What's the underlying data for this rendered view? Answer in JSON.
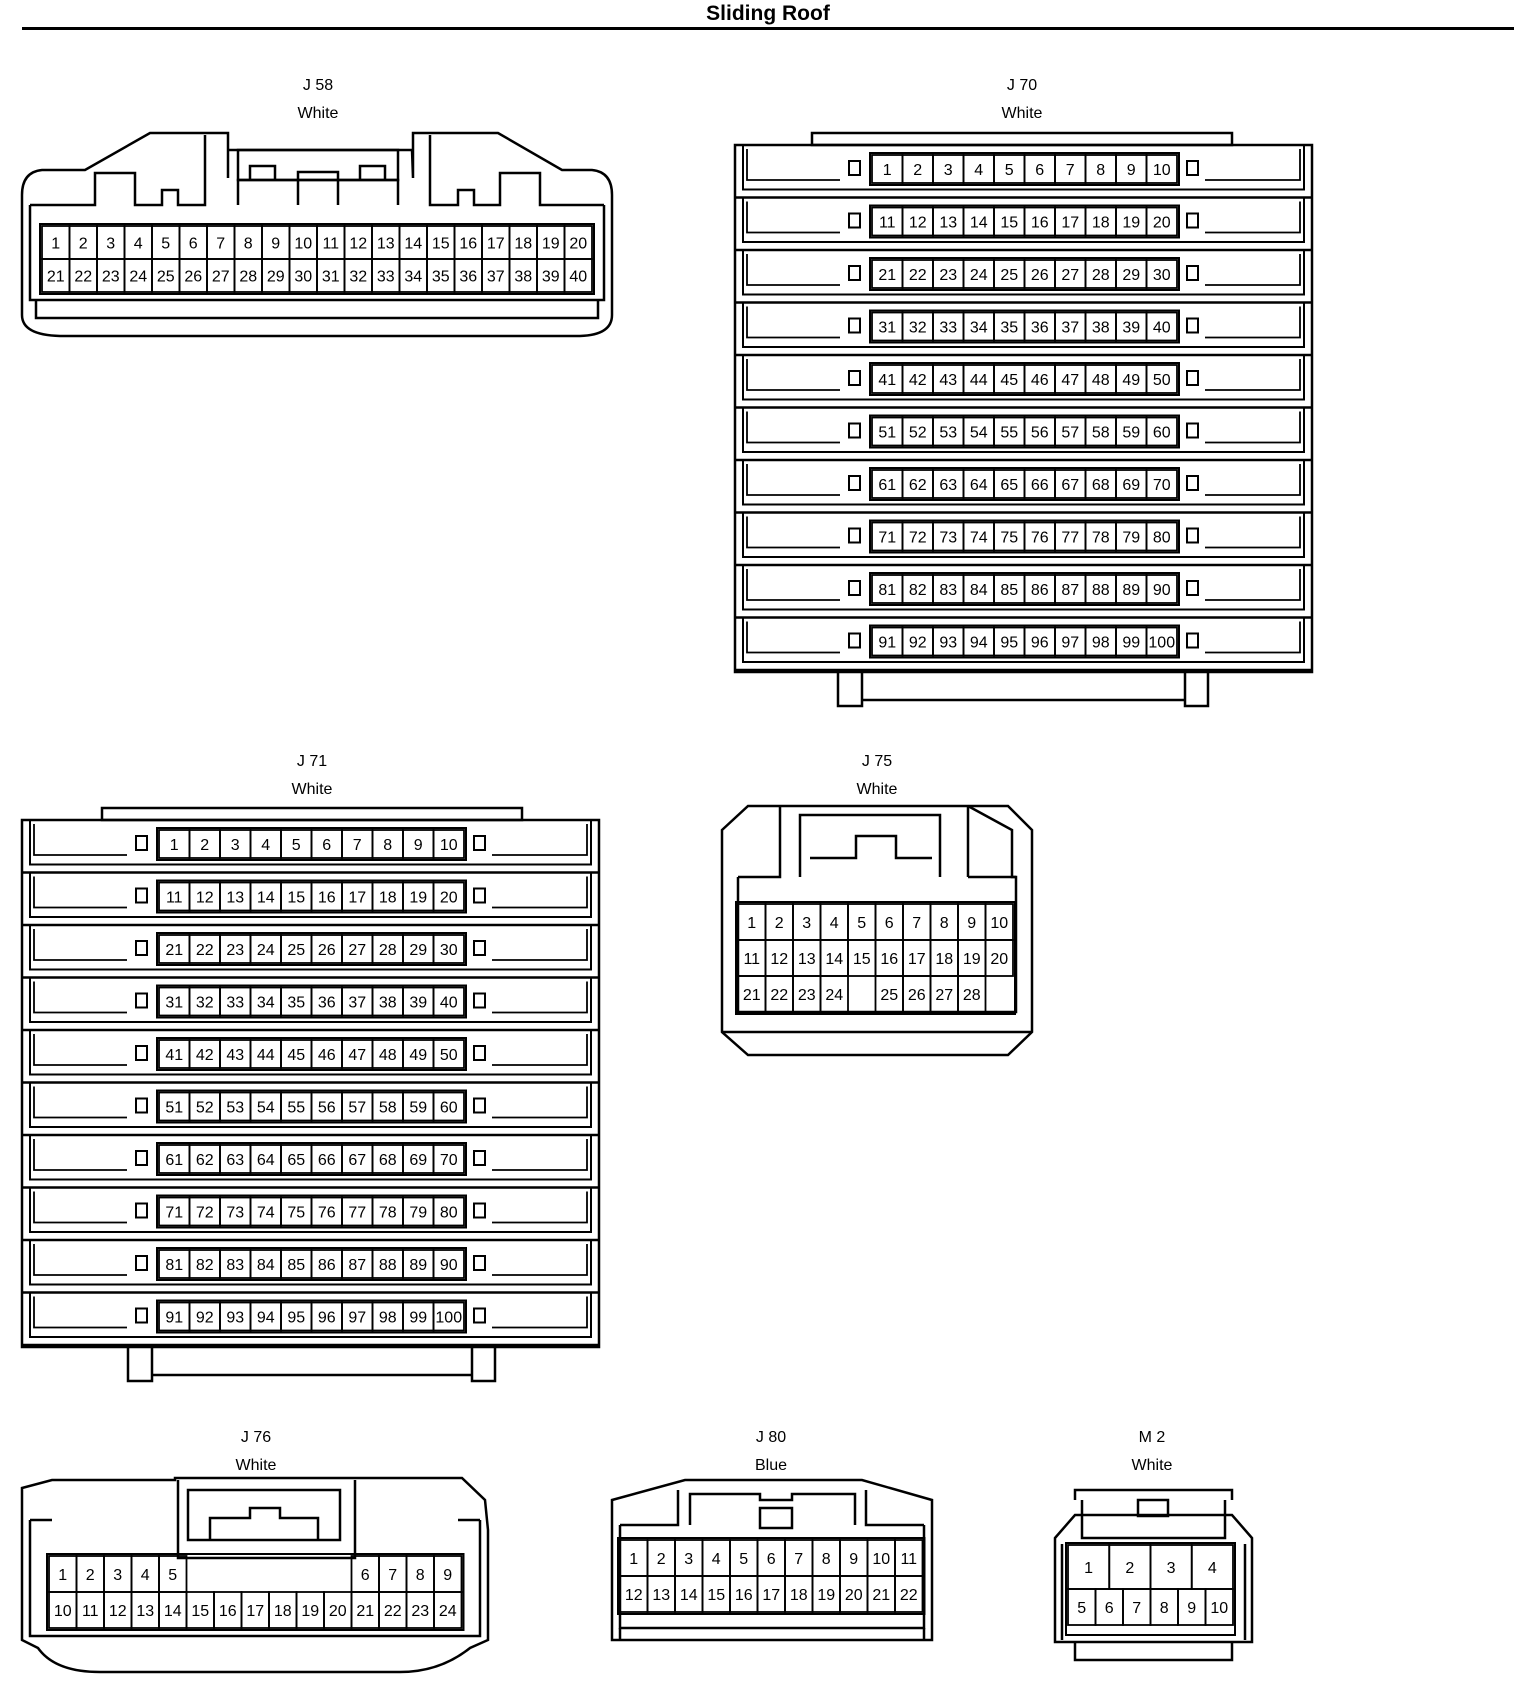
{
  "title": "Sliding Roof",
  "connectors": [
    {
      "id": "J 58",
      "color": "White",
      "rows": [
        [
          1,
          2,
          3,
          4,
          5,
          6,
          7,
          8,
          9,
          10,
          11,
          12,
          13,
          14,
          15,
          16,
          17,
          18,
          19,
          20
        ],
        [
          21,
          22,
          23,
          24,
          25,
          26,
          27,
          28,
          29,
          30,
          31,
          32,
          33,
          34,
          35,
          36,
          37,
          38,
          39,
          40
        ]
      ]
    },
    {
      "id": "J 70",
      "color": "White",
      "pin_count": 100,
      "rows_of": 10
    },
    {
      "id": "J 71",
      "color": "White",
      "pin_count": 100,
      "rows_of": 10
    },
    {
      "id": "J 75",
      "color": "White",
      "rows": [
        [
          1,
          2,
          3,
          4,
          5,
          6,
          7,
          8,
          9,
          10
        ],
        [
          11,
          12,
          13,
          14,
          15,
          16,
          17,
          18,
          19,
          20
        ],
        [
          21,
          22,
          23,
          24,
          null,
          25,
          26,
          27,
          28
        ]
      ]
    },
    {
      "id": "J 76",
      "color": "White",
      "rows": [
        [
          1,
          2,
          3,
          4,
          5,
          null,
          6,
          7,
          8,
          9
        ],
        [
          10,
          11,
          12,
          13,
          14,
          15,
          16,
          17,
          18,
          19,
          20,
          21,
          22,
          23,
          24
        ]
      ]
    },
    {
      "id": "J 80",
      "color": "Blue",
      "rows": [
        [
          1,
          2,
          3,
          4,
          5,
          6,
          7,
          8,
          9,
          10,
          11
        ],
        [
          12,
          13,
          14,
          15,
          16,
          17,
          18,
          19,
          20,
          21,
          22
        ]
      ]
    },
    {
      "id": "M 2",
      "color": "White",
      "rows": [
        [
          1,
          2,
          3,
          4
        ],
        [
          5,
          6,
          7,
          8,
          9,
          10
        ]
      ]
    }
  ]
}
